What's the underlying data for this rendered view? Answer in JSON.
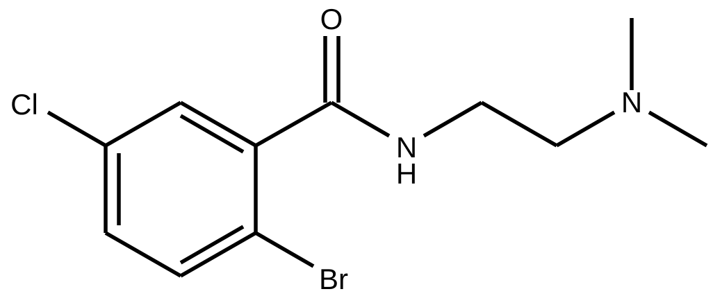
{
  "colors": {
    "background": "#ffffff",
    "bond": "#000000",
    "label": "#000000"
  },
  "atoms": {
    "oxygen": "O",
    "amide_nitrogen": "N",
    "amide_hydrogen": "H",
    "amine_nitrogen": "N",
    "chlorine": "Cl",
    "bromine": "Br"
  }
}
